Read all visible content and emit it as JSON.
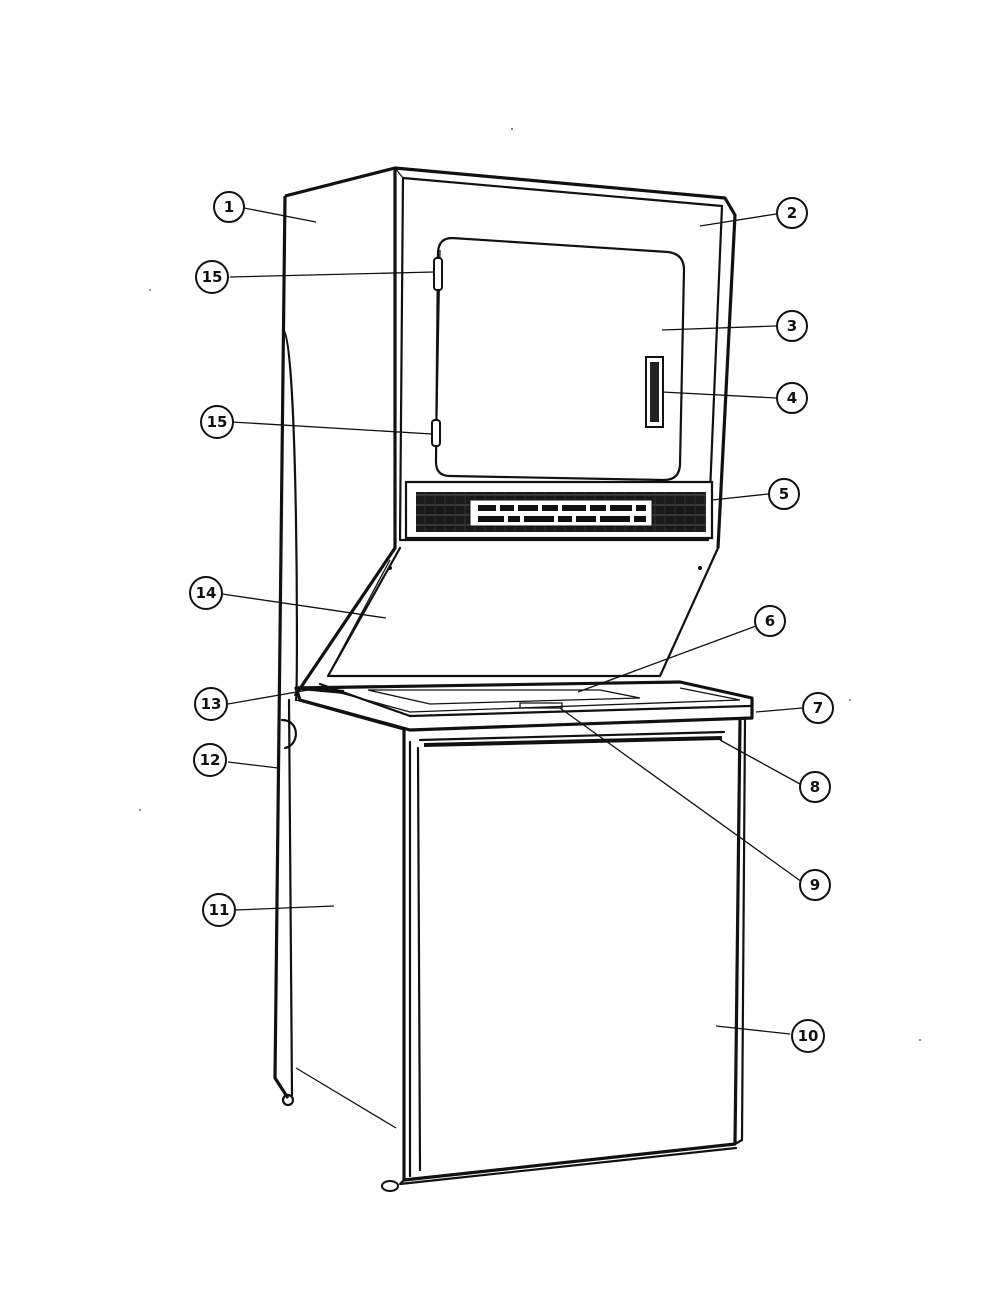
{
  "callouts": [
    {
      "id": "1",
      "label": "1"
    },
    {
      "id": "2",
      "label": "2"
    },
    {
      "id": "3",
      "label": "3"
    },
    {
      "id": "4",
      "label": "4"
    },
    {
      "id": "5",
      "label": "5"
    },
    {
      "id": "6",
      "label": "6"
    },
    {
      "id": "7",
      "label": "7"
    },
    {
      "id": "8",
      "label": "8"
    },
    {
      "id": "9",
      "label": "9"
    },
    {
      "id": "10",
      "label": "10"
    },
    {
      "id": "11",
      "label": "11"
    },
    {
      "id": "12",
      "label": "12"
    },
    {
      "id": "13",
      "label": "13"
    },
    {
      "id": "14",
      "label": "14"
    },
    {
      "id": "15a",
      "label": "15"
    },
    {
      "id": "15b",
      "label": "15"
    }
  ]
}
